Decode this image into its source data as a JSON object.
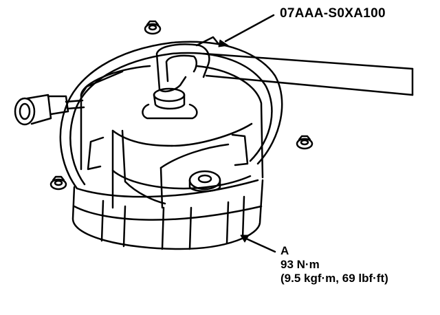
{
  "diagram": {
    "tool_label": "07AAA-S0XA100",
    "callout_letter": "A",
    "torque_nm": "93 N·m",
    "torque_alt": "(9.5 kgf·m, 69 lbf·ft)"
  },
  "icons": {
    "wrench": "wrench-icon",
    "fuel_pump": "fuel-pump-icon",
    "connector": "connector-icon",
    "mounting_nut": "nut-icon"
  },
  "colors": {
    "line": "#000000",
    "background": "#ffffff"
  }
}
